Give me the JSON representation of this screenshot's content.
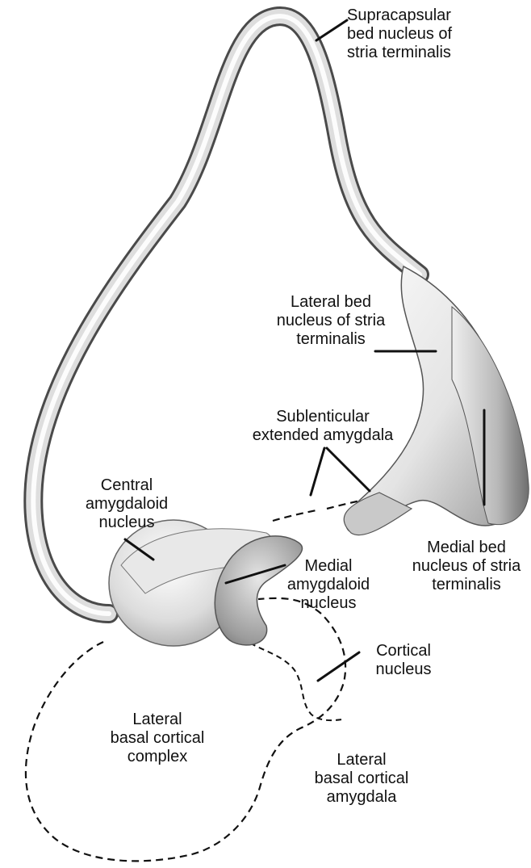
{
  "colors": {
    "background": "#ffffff",
    "structure_fill_light": "#f2f2f2",
    "structure_fill_mid": "#d6d6d6",
    "structure_shadow": "#8a8a8a",
    "structure_outline": "#4a4a4a",
    "leader_line": "#111111",
    "text": "#111111"
  },
  "labels": {
    "supracapsular": [
      "Supracapsular",
      "bed nucleus of",
      "stria terminalis"
    ],
    "lateral_bed": [
      "Lateral bed",
      "nucleus of stria",
      "terminalis"
    ],
    "sublenticular": [
      "Sublenticular",
      "extended amygdala"
    ],
    "central": [
      "Central",
      "amygdaloid",
      "nucleus"
    ],
    "medial_amygdaloid": [
      "Medial",
      "amygdaloid",
      "nucleus"
    ],
    "medial_bed": [
      "Medial bed",
      "nucleus of stria",
      "terminalis"
    ],
    "cortical": [
      "Cortical",
      "nucleus"
    ],
    "lateral_basal_complex": [
      "Lateral",
      "basal cortical",
      "complex"
    ],
    "lateral_basal_amygdala": [
      "Lateral",
      "basal cortical",
      "amygdala"
    ]
  }
}
